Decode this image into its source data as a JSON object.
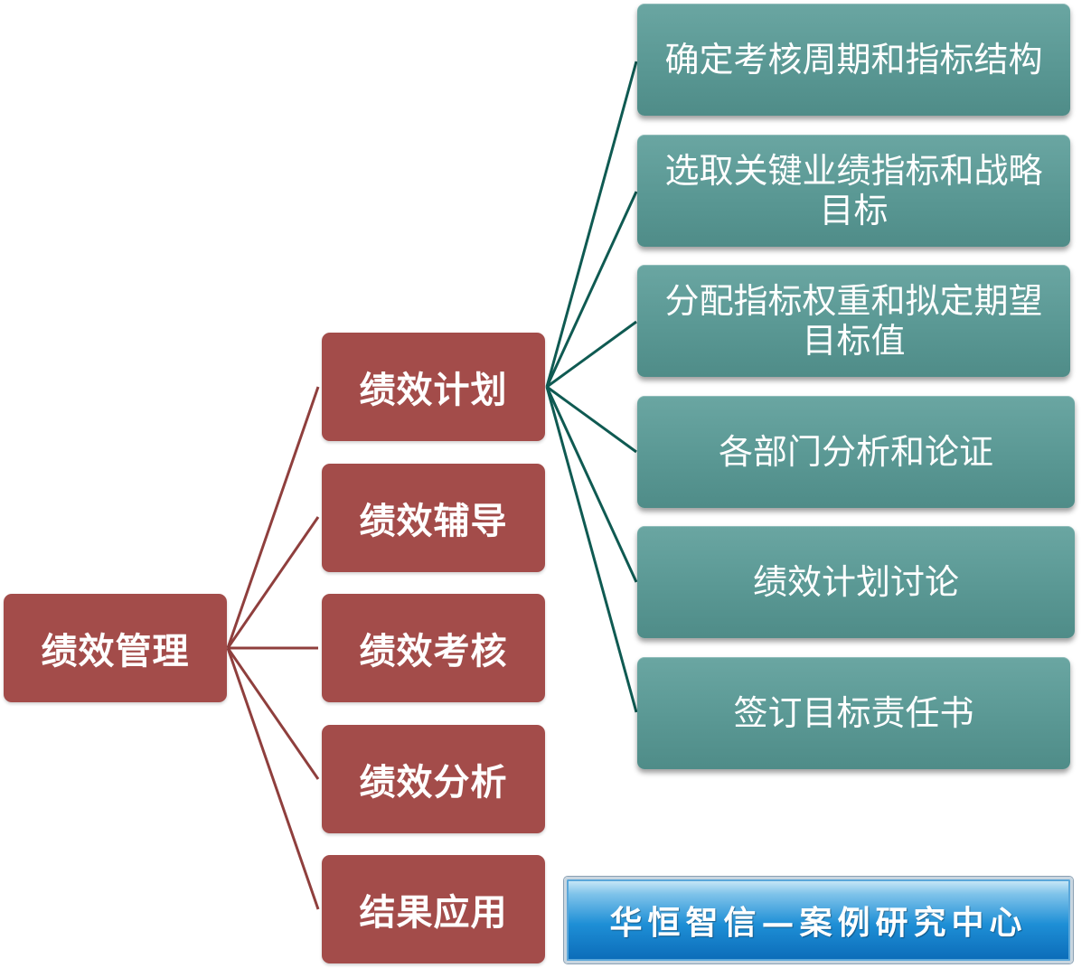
{
  "root": {
    "label": "绩效管理"
  },
  "stages": [
    {
      "label": "绩效计划"
    },
    {
      "label": "绩效辅导"
    },
    {
      "label": "绩效考核"
    },
    {
      "label": "绩效分析"
    },
    {
      "label": "结果应用"
    }
  ],
  "plan_steps": [
    {
      "lines": [
        "确定考核周期和指标结构"
      ]
    },
    {
      "lines": [
        "选取关键业绩指标和战略",
        "目标"
      ]
    },
    {
      "lines": [
        "分配指标权重和拟定期望",
        "目标值"
      ]
    },
    {
      "lines": [
        "各部门分析和论证"
      ]
    },
    {
      "lines": [
        "绩效计划讨论"
      ]
    },
    {
      "lines": [
        "签订目标责任书"
      ]
    }
  ],
  "logo": {
    "text": "华恒智信—案例研究中心"
  },
  "colors": {
    "stage_fill": "#a34c4a",
    "left_connector": "#8f3f3d",
    "right_connector": "#0f5a52",
    "step_fill": "#5a9894",
    "logo_fill": "#1e8fd6"
  }
}
